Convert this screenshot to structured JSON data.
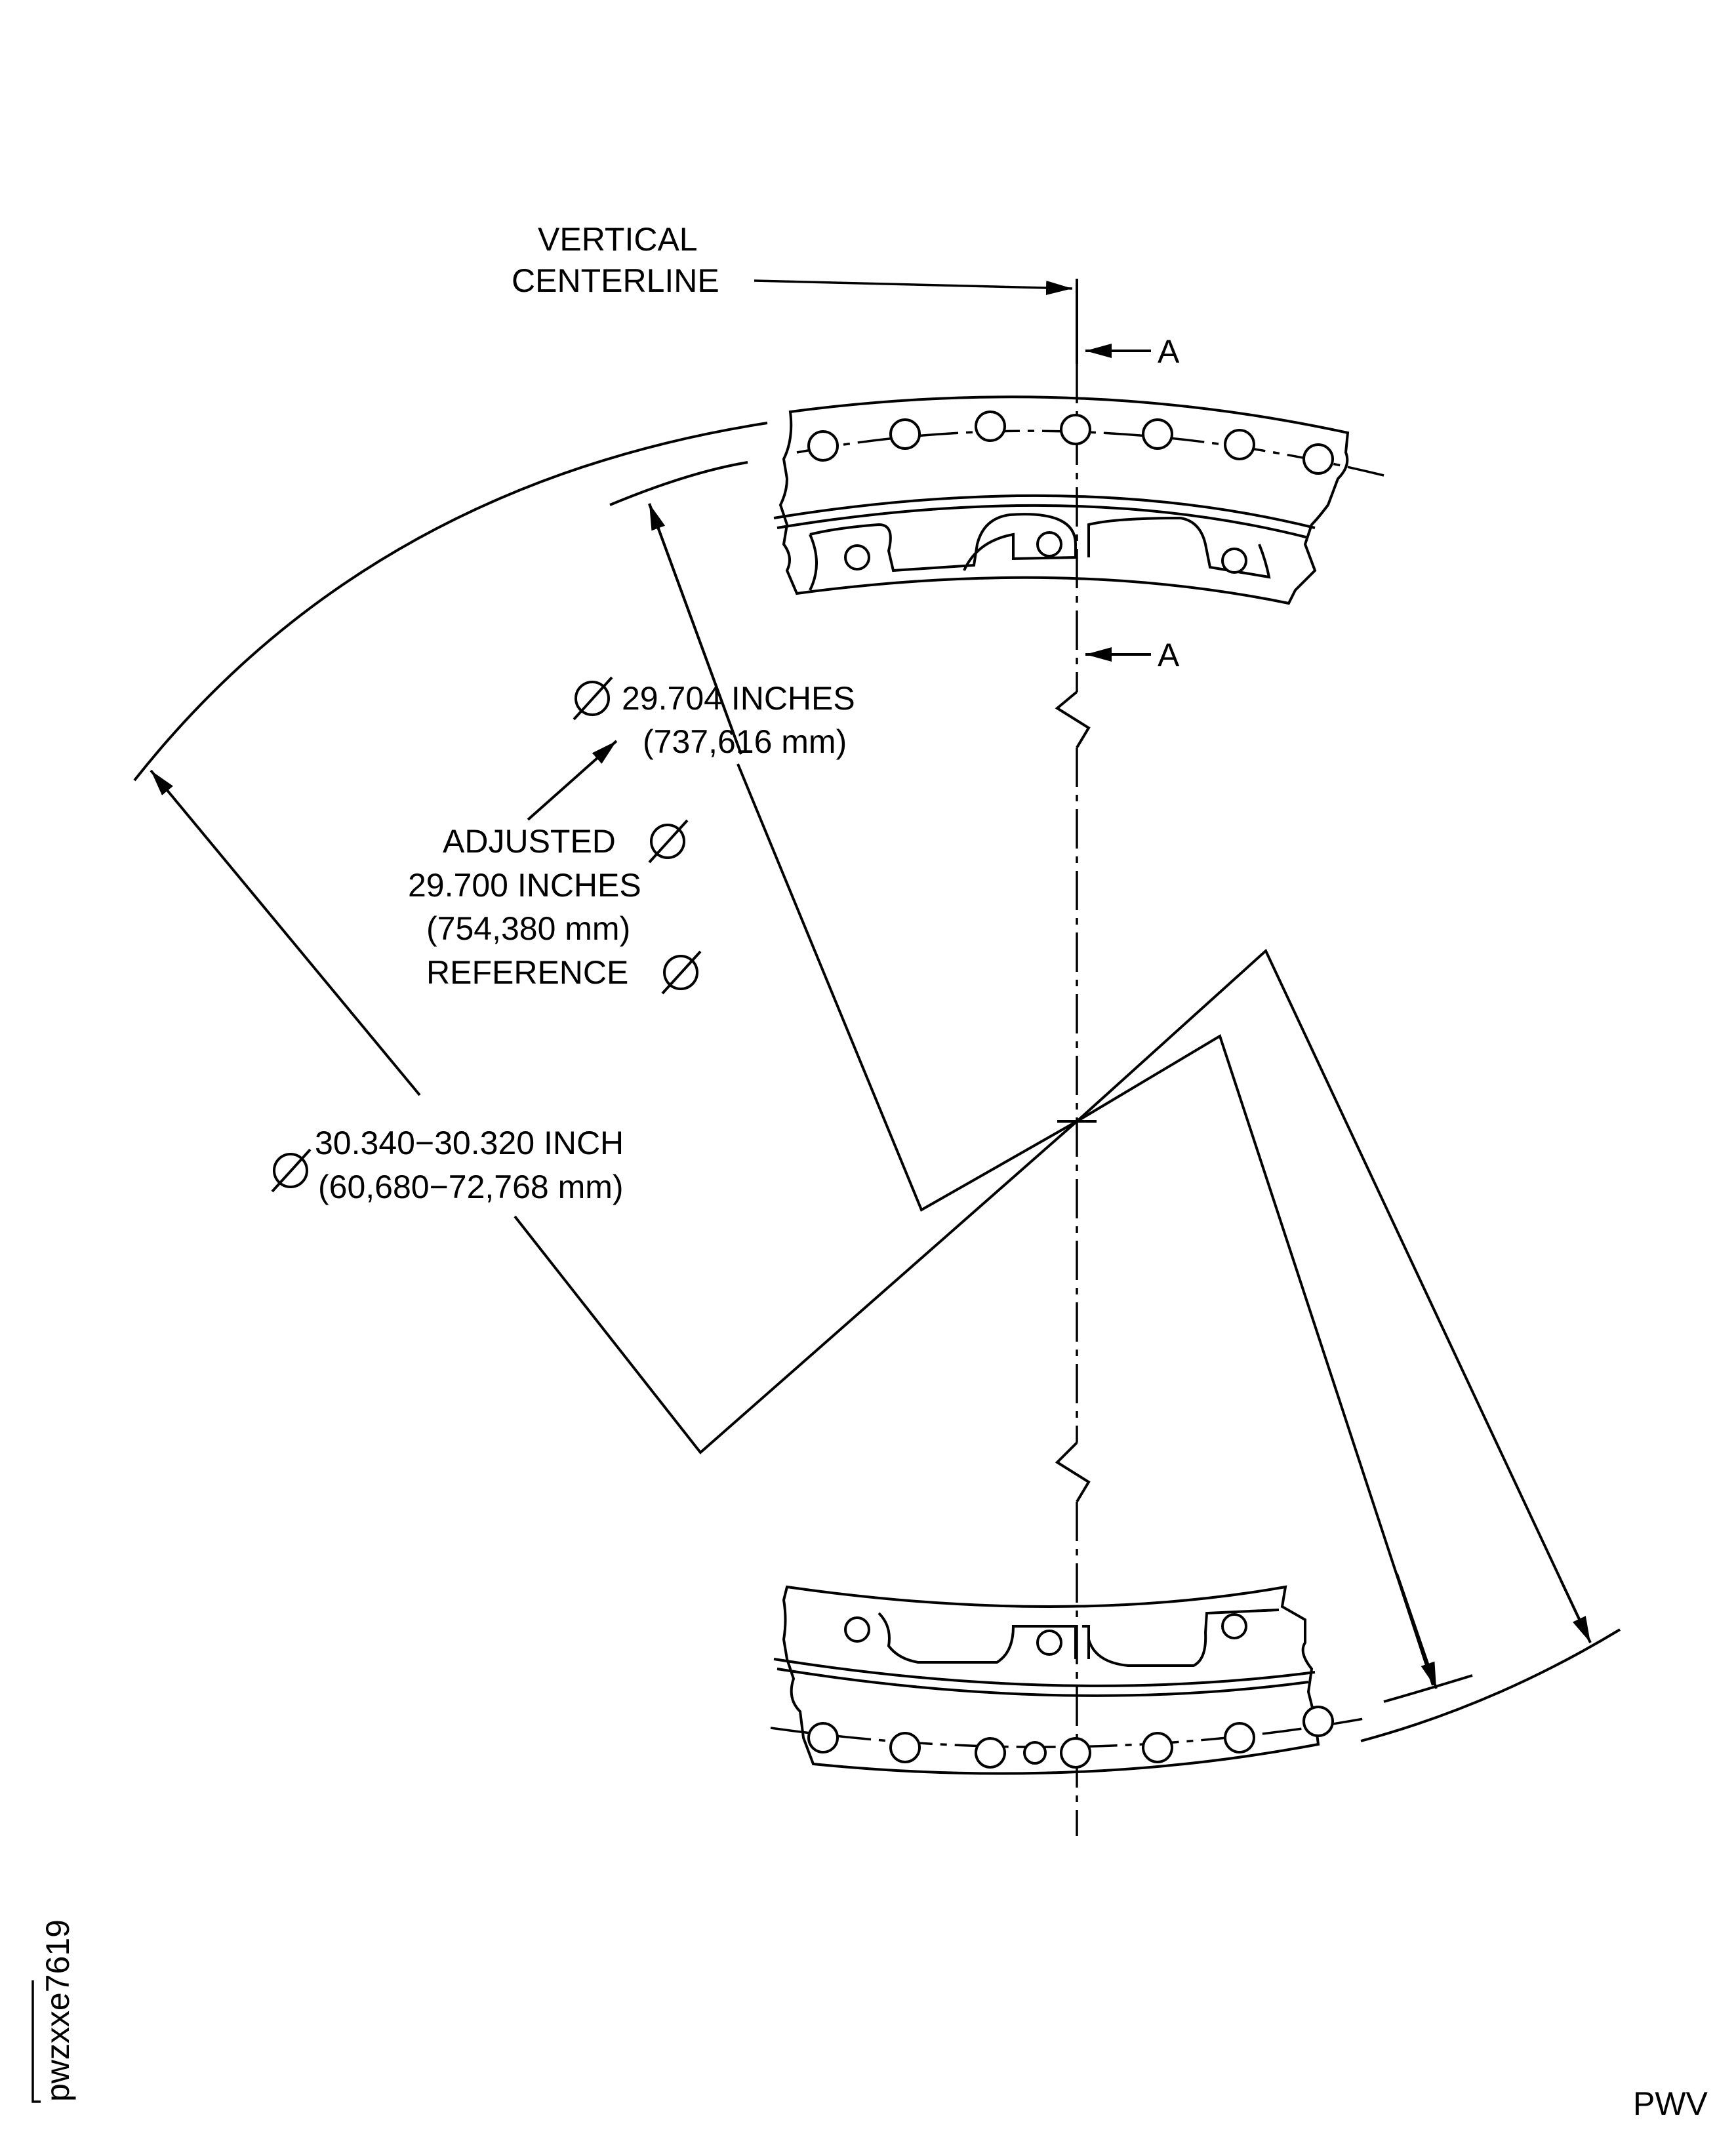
{
  "labels": {
    "vertical_centerline_1": "VERTICAL",
    "vertical_centerline_2": "CENTERLINE",
    "section_top": "A",
    "section_bottom": "A",
    "dim_29704_1": "29.704 INCHES",
    "dim_29704_2": "(737,616 mm)",
    "adjusted_1": "ADJUSTED",
    "adjusted_2": "29.700 INCHES",
    "adjusted_3": "(754,380 mm)",
    "adjusted_4": "REFERENCE",
    "dim_30340_1": "30.340−30.320 INCH",
    "dim_30340_2": "(60,680−72,768 mm)",
    "figure_id": "pwzxxe7619",
    "corner_code": "PWV"
  },
  "icons": {
    "diameter_symbol": "diameter-icon"
  }
}
